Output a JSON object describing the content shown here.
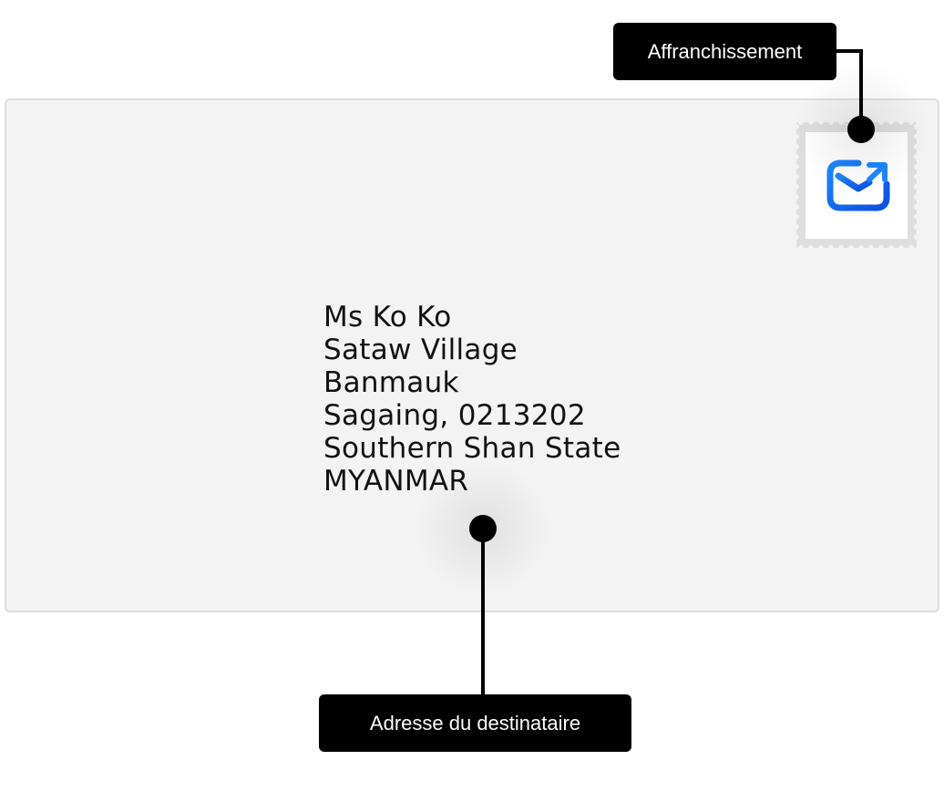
{
  "envelope": {
    "recipient_address": [
      "Ms Ko Ko",
      "Sataw Village",
      "Banmauk",
      "Sagaing, 0213202",
      "Southern Shan State",
      "MYANMAR"
    ],
    "stamp_icon": "mail-send-icon"
  },
  "callouts": {
    "postage_label": "Affranchissement",
    "recipient_label": "Adresse du destinataire"
  },
  "colors": {
    "envelope_fill": "#f3f3f3",
    "envelope_border": "#dddddd",
    "stamp_icon_blue": "#1565f5",
    "callout_fill": "#000000"
  }
}
